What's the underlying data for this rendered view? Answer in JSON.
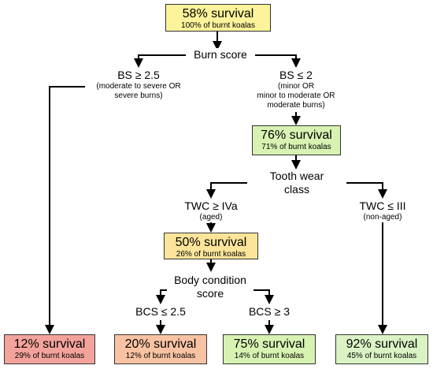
{
  "colors": {
    "yellow": "#fdf39a",
    "amber": "#fce59a",
    "green": "#d8f2b2",
    "light_green": "#dbf3c4",
    "red": "#f4a39c",
    "orange": "#f9c3a3",
    "stroke": "#000000"
  },
  "root": {
    "survival": "58% survival",
    "share": "100% of burnt koalas"
  },
  "burn_score": {
    "label": "Burn score",
    "high": {
      "rule": "BS ≥ 2.5",
      "desc_1": "(moderate to severe OR",
      "desc_2": "severe burns)"
    },
    "low": {
      "rule": "BS ≤ 2",
      "desc_1": "(minor OR",
      "desc_2": "minor to moderate OR",
      "desc_3": "moderate burns)"
    }
  },
  "after_burn": {
    "survival": "76% survival",
    "share": "71% of burnt koalas"
  },
  "tooth_wear": {
    "label_1": "Tooth wear",
    "label_2": "class",
    "aged": {
      "rule": "TWC ≥ IVa",
      "desc": "(aged)"
    },
    "non_aged": {
      "rule": "TWC ≤ III",
      "desc": "(non-aged)"
    }
  },
  "aged_node": {
    "survival": "50% survival",
    "share": "26% of burnt koalas"
  },
  "body_condition": {
    "label_1": "Body condition",
    "label_2": "score",
    "low": {
      "rule": "BCS ≤ 2.5"
    },
    "high": {
      "rule": "BCS ≥ 3"
    }
  },
  "outcomes": [
    {
      "survival": "12% survival",
      "share": "29% of burnt koalas"
    },
    {
      "survival": "20% survival",
      "share": "12% of burnt koalas"
    },
    {
      "survival": "75% survival",
      "share": "14% of burnt koalas"
    },
    {
      "survival": "92% survival",
      "share": "45% of burnt koalas"
    }
  ]
}
